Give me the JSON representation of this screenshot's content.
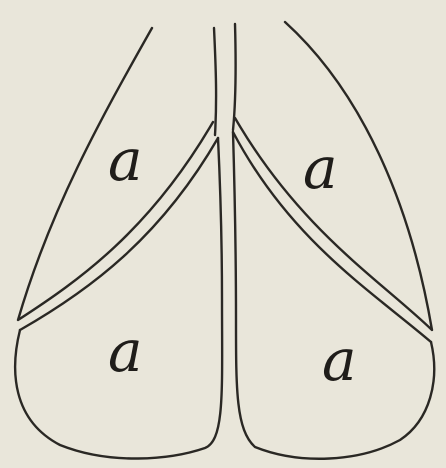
{
  "figure": {
    "background": "#e9e6da",
    "ink": "#2a2824",
    "labels": {
      "upper_left": "a",
      "upper_right": "a",
      "lower_left": "a",
      "lower_right": "a"
    }
  }
}
